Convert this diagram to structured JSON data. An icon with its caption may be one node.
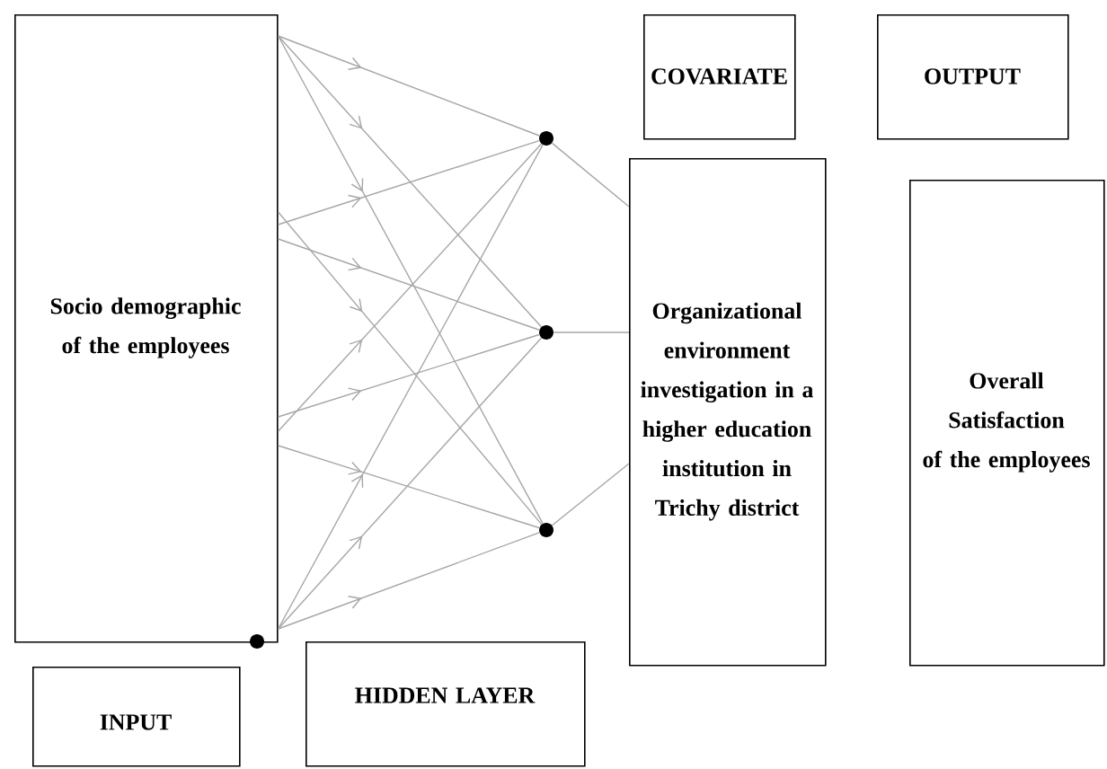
{
  "diagram": {
    "nodes": [
      {
        "text": [
          "Socio demographic of the employees"
        ]
      },
      {
        "text": [
          "COVARIATE"
        ]
      },
      {
        "text": [
          "OUTPUT"
        ]
      },
      {
        "text": [
          "Organizational environment investigation in a higher education institution in Trichy district"
        ]
      },
      {
        "text": [
          "Overall Satisfaction of the employees"
        ]
      },
      {
        "text": [],
        "shape": "circle"
      },
      {
        "text": [],
        "shape": "circle"
      },
      {
        "text": [],
        "shape": "circle"
      },
      {
        "text": [],
        "shape": "circle"
      },
      {
        "text": [
          "INPUT"
        ]
      },
      {
        "text": [
          "HIDDEN LAYER"
        ]
      }
    ],
    "edges": [
      {
        "from": 0,
        "to": 5,
        "arrow": "to"
      },
      {
        "from": 0,
        "to": 6,
        "arrow": "to"
      },
      {
        "from": 0,
        "to": 7,
        "arrow": "to"
      },
      {
        "from": 0,
        "to": 5,
        "arrow": "to"
      },
      {
        "from": 0,
        "to": 6,
        "arrow": "to"
      },
      {
        "from": 0,
        "to": 7,
        "arrow": "to"
      },
      {
        "from": 0,
        "to": 5,
        "arrow": "to"
      },
      {
        "from": 0,
        "to": 6,
        "arrow": "to"
      },
      {
        "from": 0,
        "to": 7,
        "arrow": "to"
      },
      {
        "from": 0,
        "to": 5,
        "arrow": "to"
      },
      {
        "from": 0,
        "to": 6,
        "arrow": "to"
      },
      {
        "from": 0,
        "to": 7,
        "arrow": "to"
      },
      {
        "from": 5,
        "to": 3,
        "arrow": "none"
      },
      {
        "from": 6,
        "to": 3,
        "arrow": "none"
      },
      {
        "from": 7,
        "to": 3,
        "arrow": "none"
      }
    ]
  }
}
